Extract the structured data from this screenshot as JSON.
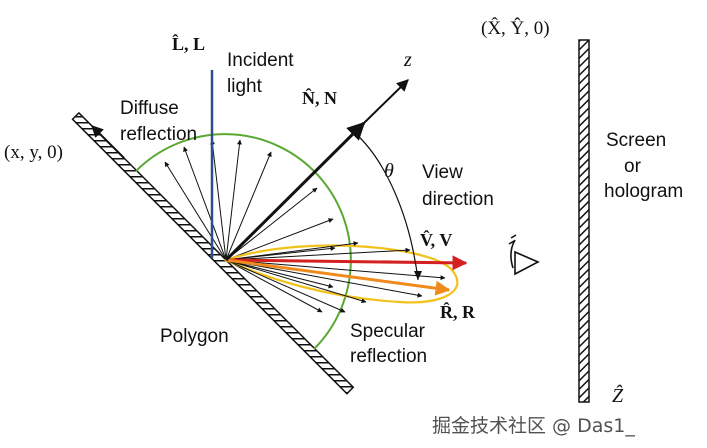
{
  "labels": {
    "light_vector": "L̂, L",
    "incident_light": [
      "Incident",
      "light"
    ],
    "normal_vector": "N̂, N",
    "z_axis": "z",
    "diffuse": [
      "Diffuse",
      "reflection"
    ],
    "origin_coords": "(x, y, 0)",
    "theta": "θ",
    "view_direction": [
      "View",
      "direction"
    ],
    "view_vector": "V̂, V",
    "reflect_vector": "R̂, R",
    "specular": [
      "Specular",
      "reflection"
    ],
    "polygon": "Polygon",
    "screen": [
      "Screen",
      "or",
      "hologram"
    ],
    "screen_coords": "(X̂, Ŷ, 0)",
    "screen_z": "Ẑ"
  },
  "watermark": "掘金技术社区 @ Das1_",
  "colors": {
    "light": "#2a4f8c",
    "diffuse_arc": "#5aa832",
    "specular_lobe": "#f2c21a",
    "view_arrow": "#d42020",
    "reflect_arrow": "#f08a1c",
    "ink": "#111111"
  }
}
